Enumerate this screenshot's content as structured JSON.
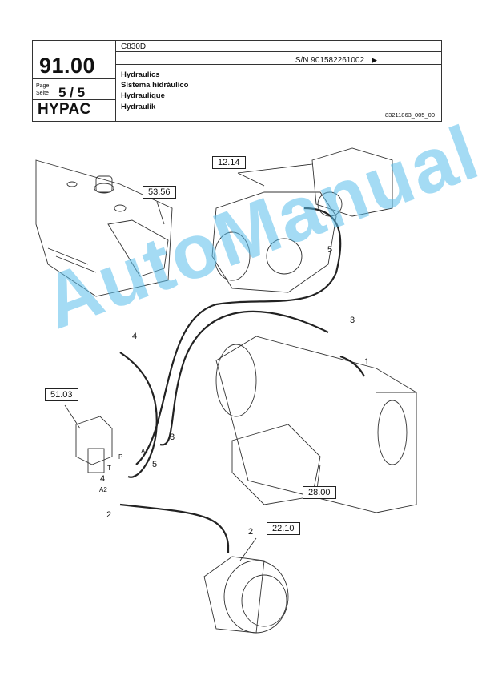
{
  "header": {
    "section_number": "91.00",
    "model": "C830D",
    "serial": "S/N 901582261002",
    "serial_arrow": "▶",
    "page_label_en": "Page",
    "page_label_de": "Seite",
    "page_value": "5 / 5",
    "brand": "HYPAC",
    "titles": [
      "Hydraulics",
      "Sistema hidráulico",
      "Hydraulique",
      "Hydraulik"
    ],
    "doc_number": "83211863_005_00"
  },
  "drawing": {
    "ref_boxes": [
      "12.14",
      "53.56",
      "51.03",
      "28.00",
      "22.10"
    ],
    "callouts": [
      "5",
      "3",
      "1",
      "4",
      "3",
      "5",
      "4",
      "2",
      "2"
    ],
    "ports": [
      "A1",
      "P",
      "T",
      "A2"
    ]
  },
  "watermark": "AutoManual"
}
